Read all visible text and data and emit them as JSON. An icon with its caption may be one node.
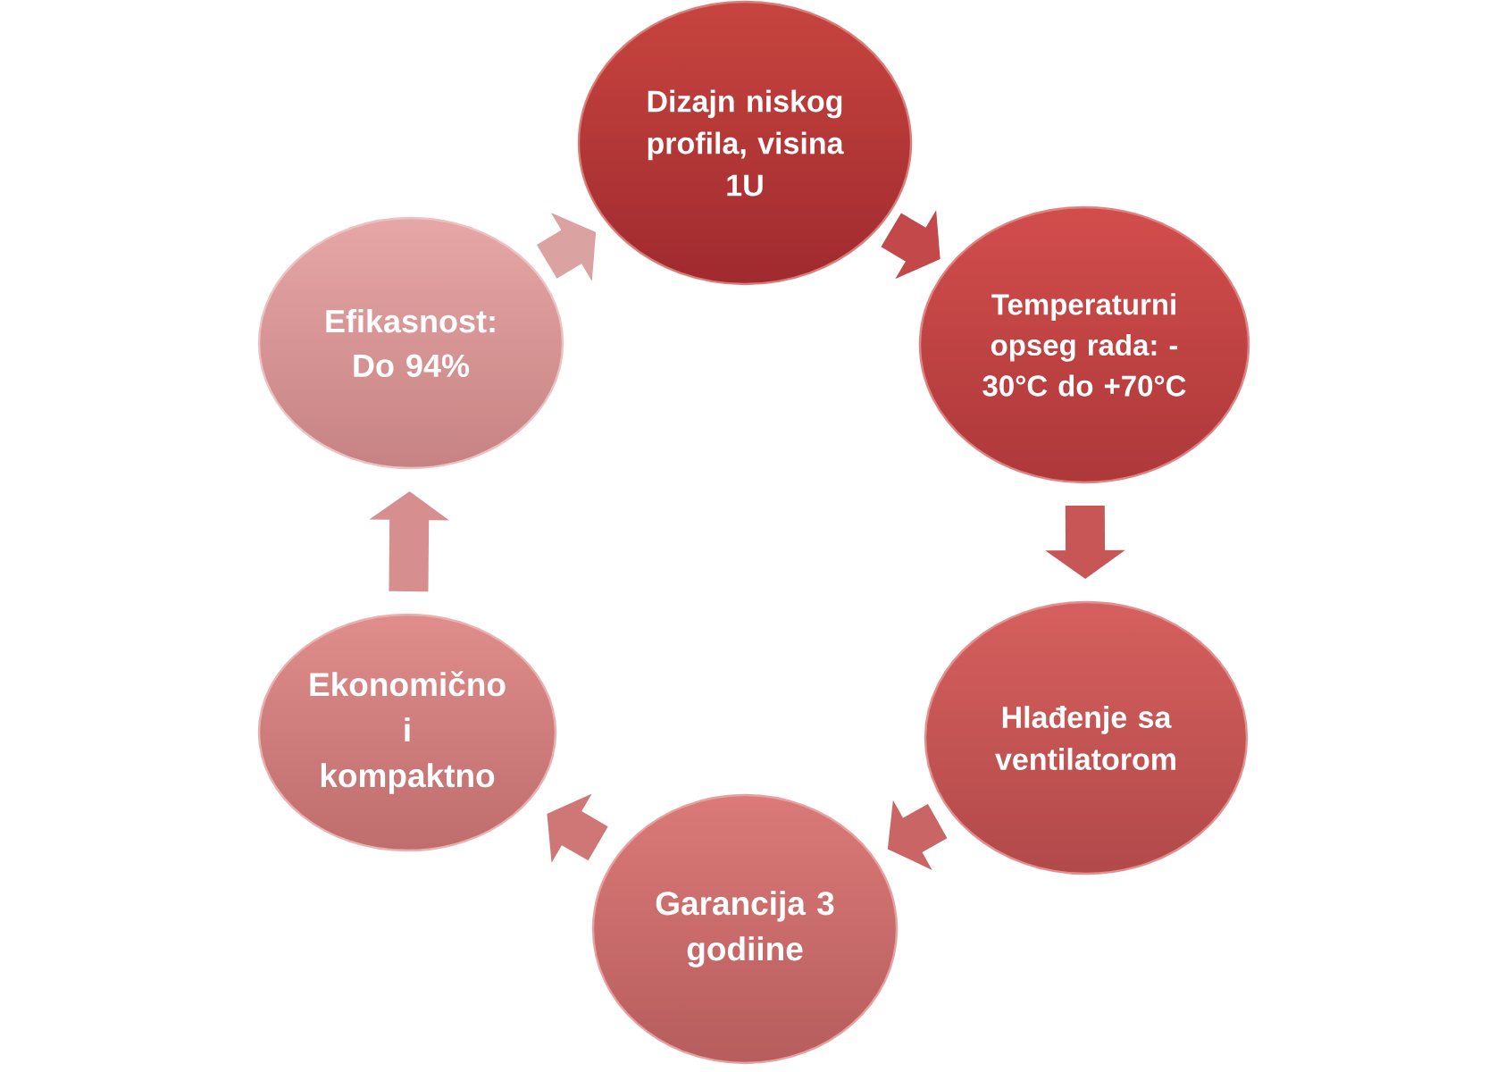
{
  "diagram": {
    "nodes": [
      {
        "text": [
          "Dizajn niskog profila, visina 1U"
        ]
      },
      {
        "text": [
          "Temperaturni opseg rada: - 30°C do +70°C"
        ]
      },
      {
        "text": [
          "Hlađenje sa ventilatorom"
        ]
      },
      {
        "text": [
          "Garancija 3 godiine"
        ]
      },
      {
        "text": [
          "Ekonomično i kompaktno"
        ]
      },
      {
        "text": [
          "Efikasnost: Do 94%"
        ]
      }
    ],
    "edges": [
      {
        "from": 0,
        "to": 1,
        "arrow": "to"
      },
      {
        "from": 1,
        "to": 2,
        "arrow": "to"
      },
      {
        "from": 2,
        "to": 3,
        "arrow": "to"
      },
      {
        "from": 3,
        "to": 4,
        "arrow": "to"
      },
      {
        "from": 4,
        "to": 5,
        "arrow": "to"
      },
      {
        "from": 5,
        "to": 0,
        "arrow": "to"
      }
    ]
  }
}
